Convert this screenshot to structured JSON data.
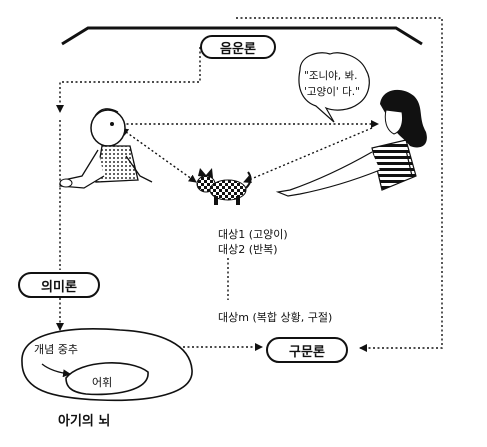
{
  "labels": {
    "phonology": "음운론",
    "semantics": "의미론",
    "syntax": "구문론",
    "speech_line1": "\"조니야, 봐.",
    "speech_line2": "'고양이' 다.\"",
    "object1": "대상1 (고양이)",
    "object2": "대상2 (반복)",
    "object_m": "대상m (복합 상황, 구절)",
    "concept_center": "개념 중추",
    "vocabulary": "어휘",
    "baby_brain": "아기의 뇌"
  }
}
